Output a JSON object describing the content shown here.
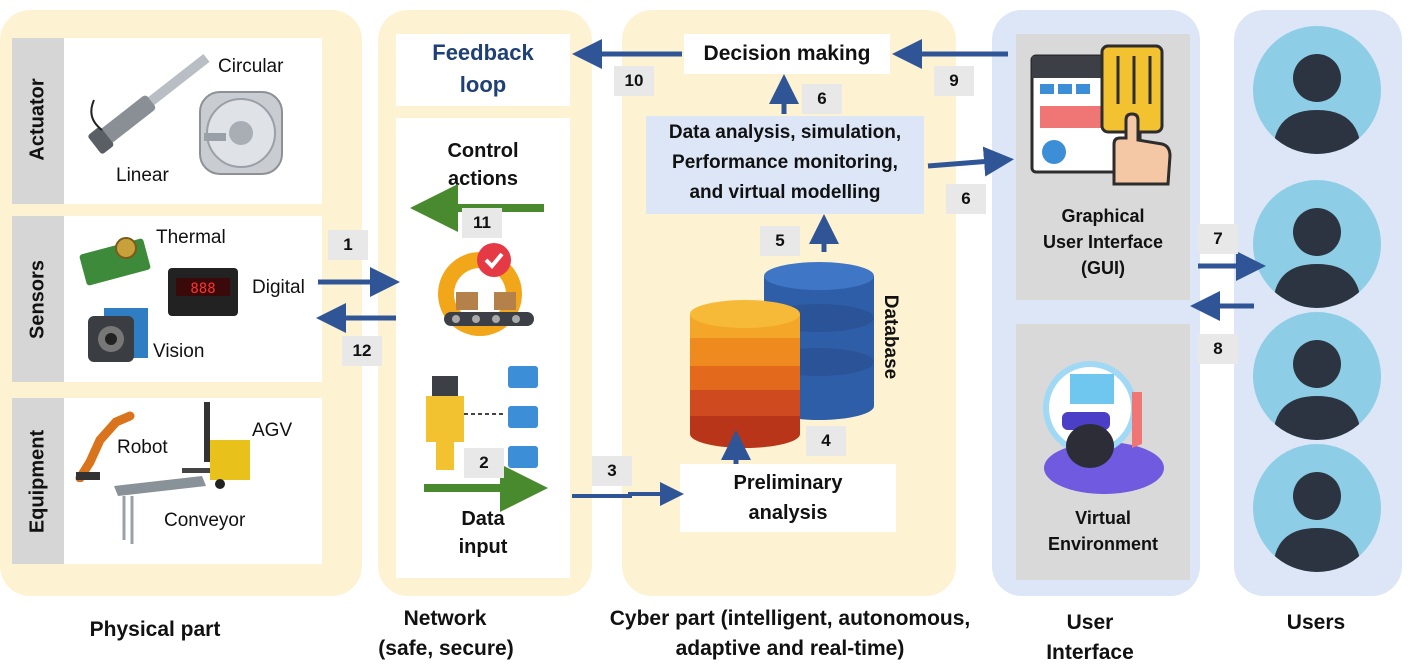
{
  "physical": {
    "caption": "Physical part",
    "actuator": {
      "title": "Actuator",
      "circular": "Circular",
      "linear": "Linear"
    },
    "sensors": {
      "title": "Sensors",
      "thermal": "Thermal",
      "digital": "Digital",
      "vision": "Vision"
    },
    "equipment": {
      "title": "Equipment",
      "robot": "Robot",
      "agv": "AGV",
      "conveyor": "Conveyor"
    }
  },
  "network": {
    "caption_line1": "Network",
    "caption_line2": "(safe, secure)",
    "feedback_line1": "Feedback",
    "feedback_line2": "loop",
    "control_line1": "Control",
    "control_line2": "actions",
    "data_line1": "Data",
    "data_line2": "input"
  },
  "cyber": {
    "caption_line1": "Cyber part (intelligent, autonomous,",
    "caption_line2": "adaptive and real-time)",
    "decision": "Decision making",
    "analysis_line1": "Data analysis, simulation,",
    "analysis_line2": "Performance monitoring,",
    "analysis_line3": "and virtual modelling",
    "database": "Database",
    "preliminary_line1": "Preliminary",
    "preliminary_line2": "analysis"
  },
  "ui": {
    "caption_line1": "User",
    "caption_line2": "Interface",
    "gui_line1": "Graphical",
    "gui_line2": "User Interface",
    "gui_line3": "(GUI)",
    "ve_line1": "Virtual",
    "ve_line2": "Environment"
  },
  "users": {
    "caption": "Users"
  },
  "steps": [
    "1",
    "2",
    "3",
    "4",
    "5",
    "6",
    "6",
    "7",
    "8",
    "9",
    "10",
    "11",
    "12"
  ],
  "colors": {
    "arrow": "#2f5597",
    "green_arrow": "#4a8a2e",
    "panel_yellow": "#fdf2d2",
    "panel_blue": "#dce6f7",
    "avatar_bg": "#8ecde6",
    "avatar_fg": "#2b3440"
  }
}
